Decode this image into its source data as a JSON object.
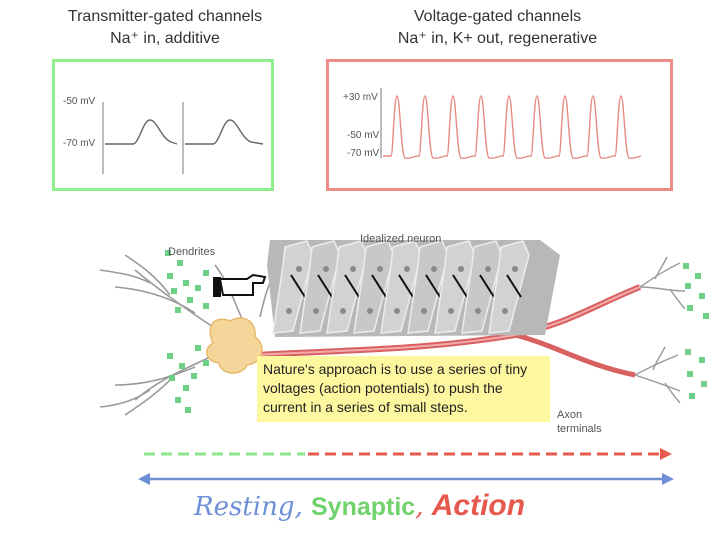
{
  "left_panel": {
    "title_line1": "Transmitter-gated channels",
    "title_line2": "Na⁺ in, additive",
    "label_top": "-50 mV",
    "label_bottom": "-70 mV",
    "border_color": "#90ee8c"
  },
  "right_panel": {
    "title_line1": "Voltage-gated channels",
    "title_line2": "Na⁺ in, K+ out, regenerative",
    "label_top": "+30 mV",
    "label_mid": "-50 mV",
    "label_bottom": "-70 mV",
    "border_color": "#ee8c86"
  },
  "diagram": {
    "dendrites_label": "Dendrites",
    "idealized_label": "Idealized neuron",
    "axon_terminals_line1": "Axon",
    "axon_terminals_line2": "terminals",
    "callout": "Nature's approach is to use a series of tiny voltages (action potentials) to push the current in a series of small steps."
  },
  "caption": {
    "word1": "Resting",
    "sep1": ", ",
    "word2": "Synaptic",
    "sep2": ", ",
    "word3": "Action"
  },
  "colors": {
    "resting": "#6e8fd6",
    "synaptic": "#8ee68a",
    "action": "#e65a4e",
    "trace_left": "#666666",
    "trace_right": "#e68a82"
  }
}
